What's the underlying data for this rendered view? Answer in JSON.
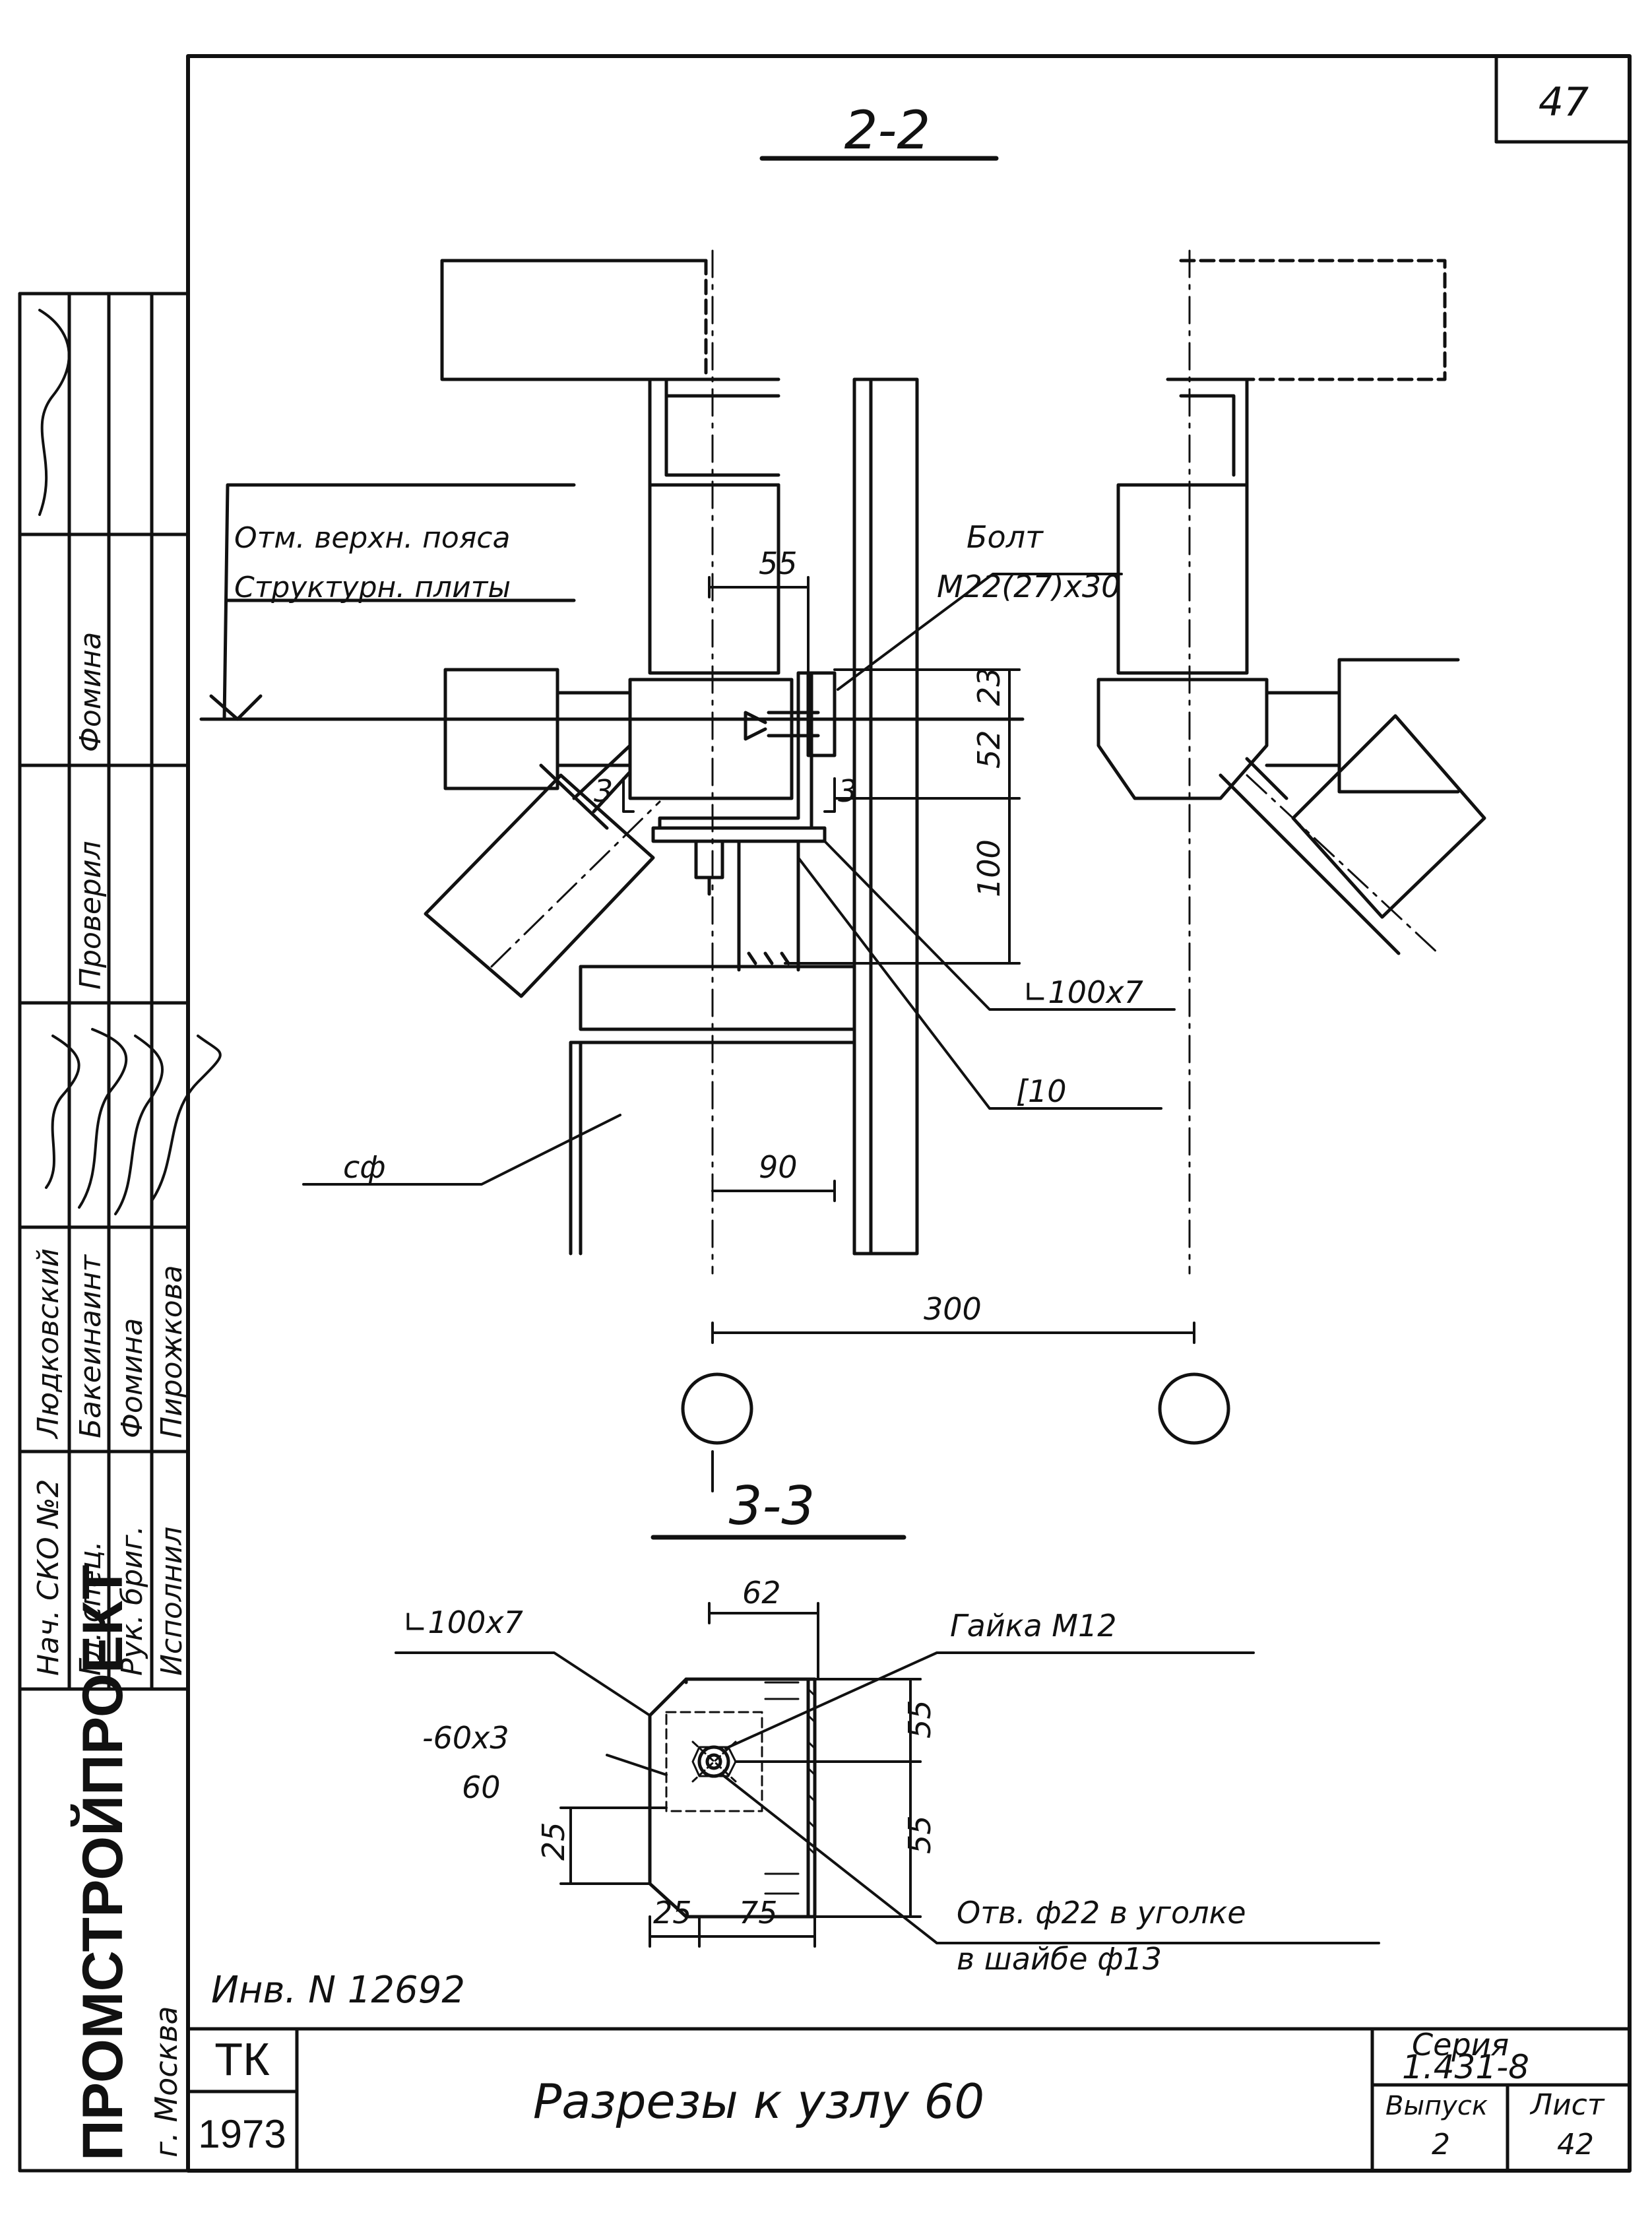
{
  "sheet_number": "47",
  "section_a": {
    "title": "2-2",
    "note_line1": "Отм. верхн. пояса",
    "note_line2": "Структурн. плиты",
    "bolt_label": "Болт",
    "bolt_spec": "М22(27)х30",
    "angle_label": "∟100х7",
    "channel_label": "[10",
    "column_label": "сф",
    "dims": {
      "d55": "55",
      "d23": "23",
      "d52": "52",
      "d100": "100",
      "d90": "90",
      "d300": "300",
      "s3a": "3",
      "s3b": "3"
    }
  },
  "section_b": {
    "title": "3-3",
    "angle_label": "∟100х7",
    "plate_label": "-60х3",
    "plate_sub": "60",
    "nut_label": "Гайка М12",
    "hole_line1": "Отв. ф22 в уголке",
    "hole_line2": "в шайбе    ф13",
    "dims": {
      "d62": "62",
      "d55a": "55",
      "d55b": "55",
      "d25v": "25",
      "d25h": "25",
      "d75": "75"
    }
  },
  "side_stamp": {
    "rows": [
      {
        "role": "Нач. СКО №2",
        "name": "Людковский"
      },
      {
        "role": "Гл. спец.",
        "name": "Бакеинаинт"
      },
      {
        "role": "Рук. бриг.",
        "name": "Фомина"
      },
      {
        "role": "Исполнил",
        "name": "Пирожкова"
      }
    ],
    "checked_label": "Проверил",
    "checked_name": "Фомина",
    "org": "ПРОМСТРОЙПРОЕКТ",
    "city": "г. Москва"
  },
  "inventory": "Инв. N  12692",
  "title_block": {
    "code": "ТК",
    "year": "1973",
    "title": "Разрезы к узлу 60",
    "series_label": "Серия",
    "series_value": "1.431-8",
    "issue_label": "Выпуск",
    "issue_value": "2",
    "sheet_label": "Лист",
    "sheet_value": "42"
  }
}
